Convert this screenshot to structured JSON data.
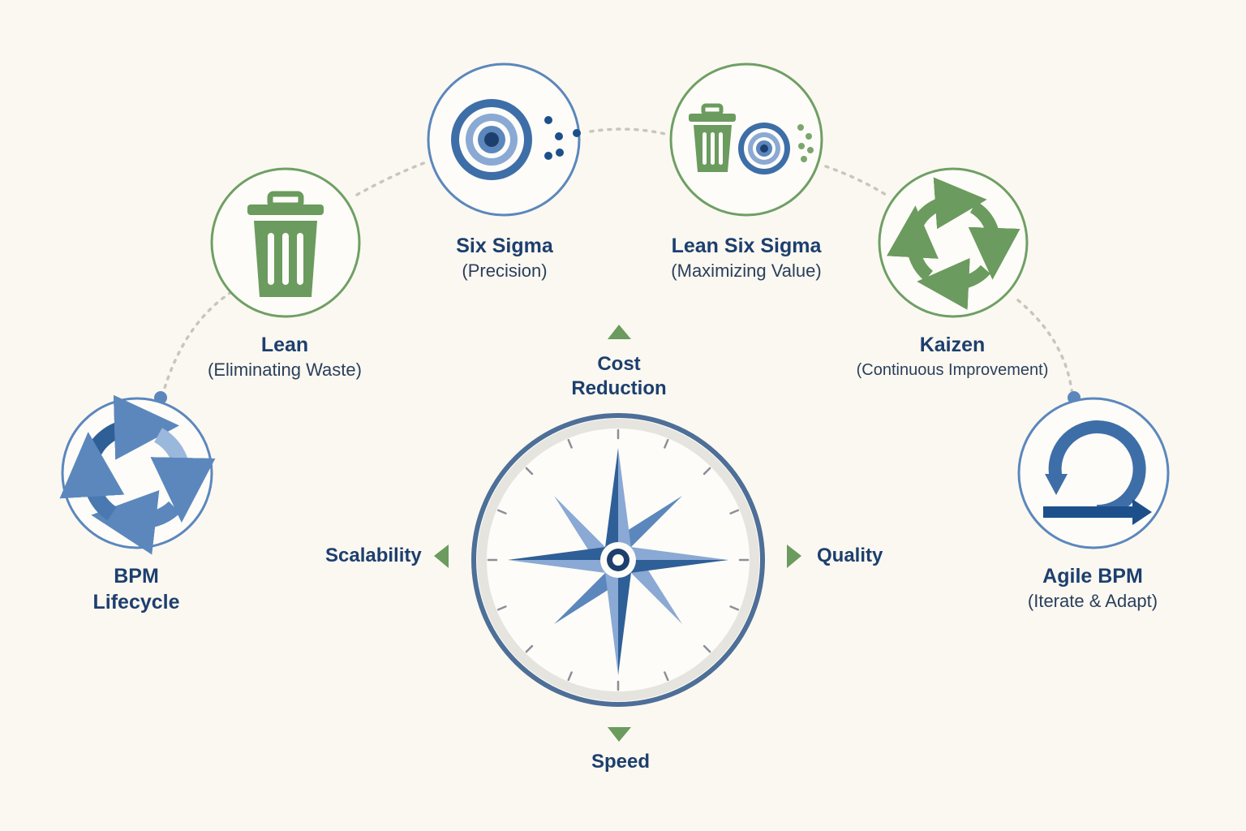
{
  "colors": {
    "background": "#fbf8f1",
    "navy": "#1d4f8a",
    "blue": "#5b87bd",
    "lightBlue": "#9ab8dc",
    "green": "#6b9b5e",
    "greenStroke": "#7aa66d",
    "text": "#1d3f6e"
  },
  "nodes": [
    {
      "id": "bpm-lifecycle",
      "title_lines": [
        "BPM",
        "Lifecycle"
      ],
      "subtitle": "",
      "icon": "cycle-arrows-icon",
      "color": "blue"
    },
    {
      "id": "lean",
      "title_lines": [
        "Lean"
      ],
      "subtitle": "(Eliminating Waste)",
      "icon": "trash-can-icon",
      "color": "green"
    },
    {
      "id": "six-sigma",
      "title_lines": [
        "Six Sigma"
      ],
      "subtitle": "(Precision)",
      "icon": "target-icon",
      "color": "blue"
    },
    {
      "id": "lean-six-sigma",
      "title_lines": [
        "Lean Six Sigma"
      ],
      "subtitle": "(Maximizing Value)",
      "icon": "trash-and-target-icon",
      "color": "green"
    },
    {
      "id": "kaizen",
      "title_lines": [
        "Kaizen"
      ],
      "subtitle": "(Continuous Improvement)",
      "icon": "cycle-arrows-icon",
      "color": "green"
    },
    {
      "id": "agile-bpm",
      "title_lines": [
        "Agile BPM"
      ],
      "subtitle": "(Iterate & Adapt)",
      "icon": "loop-arrow-icon",
      "color": "blue"
    }
  ],
  "compass": {
    "directions": {
      "north": [
        "Cost",
        "Reduction"
      ],
      "south": [
        "Speed"
      ],
      "west": [
        "Scalability"
      ],
      "east": [
        "Quality"
      ]
    }
  }
}
